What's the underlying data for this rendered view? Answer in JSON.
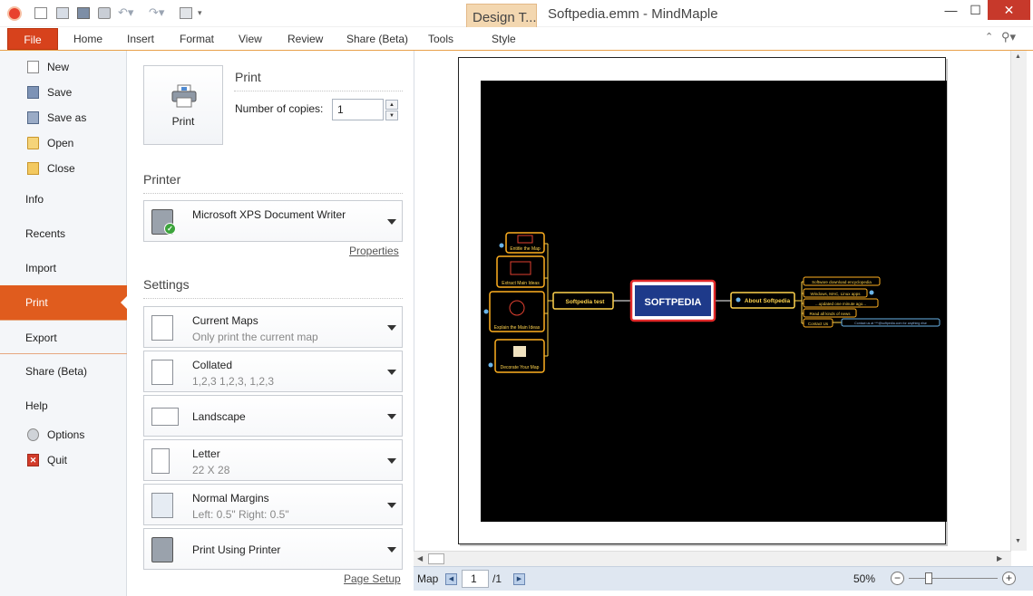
{
  "window": {
    "title": "Softpedia.emm - MindMaple",
    "contextual_tab_group": "Design T...",
    "controls": {
      "minimize": "—",
      "maximize": "☐",
      "close": "✕"
    }
  },
  "ribbon": {
    "file_tab": "File",
    "tabs": [
      "Home",
      "Insert",
      "Format",
      "View",
      "Review",
      "Share (Beta)",
      "Tools"
    ],
    "contextual_tab": "Style"
  },
  "sidebar": {
    "items": [
      {
        "label": "New",
        "icon": "new-document-icon"
      },
      {
        "label": "Save",
        "icon": "save-icon"
      },
      {
        "label": "Save as",
        "icon": "save-as-icon"
      },
      {
        "label": "Open",
        "icon": "open-folder-icon"
      },
      {
        "label": "Close",
        "icon": "close-folder-icon"
      }
    ],
    "sections": [
      "Info",
      "Recents",
      "Import",
      "Print",
      "Export",
      "Share (Beta)",
      "Help"
    ],
    "bottom_items": [
      {
        "label": "Options",
        "icon": "options-gear-icon"
      },
      {
        "label": "Quit",
        "icon": "quit-icon"
      }
    ],
    "active": "Print",
    "accent_color": "#e05c1e"
  },
  "print": {
    "button_label": "Print",
    "heading": "Print",
    "copies_label": "Number of copies:",
    "copies_value": "1"
  },
  "printer": {
    "heading": "Printer",
    "name": "Microsoft XPS Document Writer",
    "properties_link": "Properties"
  },
  "settings": {
    "heading": "Settings",
    "options": [
      {
        "title": "Current Maps",
        "sub": "Only print the current map"
      },
      {
        "title": "Collated",
        "sub": "1,2,3 1,2,3, 1,2,3"
      },
      {
        "title": "Landscape",
        "sub": ""
      },
      {
        "title": "Letter",
        "sub": "22 X 28"
      },
      {
        "title": "Normal Margins",
        "sub": "Left: 0.5\" Right: 0.5\""
      },
      {
        "title": "Print Using Printer",
        "sub": ""
      }
    ],
    "page_setup_link": "Page Setup"
  },
  "preview": {
    "mindmap": {
      "center": "SOFTPEDIA",
      "left_branch": "Softpedia test",
      "left_children": [
        "Entitle the Map",
        "Extract Main Ideas",
        "Explain the Main Ideas",
        "Decorate Your Map"
      ],
      "right_branch": "About Softpedia",
      "right_children": [
        "Software download encyclopedia",
        "Windows, MAC, Linux apps",
        "...updated one minute ago...",
        "Read all kinds of news",
        "Contact Us"
      ],
      "contact_note": "Contact us at ***@softpedia.com for anything else"
    }
  },
  "statusbar": {
    "map_label": "Map",
    "page_value": "1",
    "page_total": "/1",
    "zoom": "50%"
  }
}
